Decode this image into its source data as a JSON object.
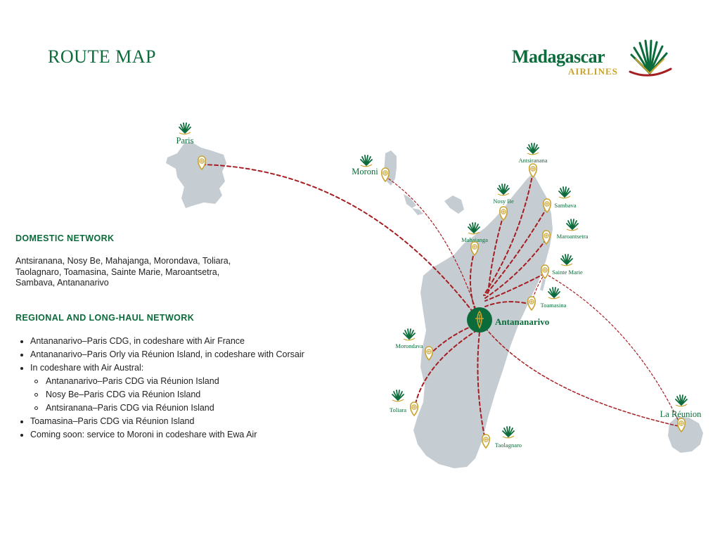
{
  "header": {
    "title": "ROUTE MAP",
    "logo_name": "Madagascar",
    "logo_sub": "AIRLINES"
  },
  "domestic": {
    "heading": "DOMESTIC NETWORK",
    "text_lines": [
      "Antsiranana, Nosy Be, Mahajanga, Morondava, Toliara,",
      "Taolagnaro, Toamasina, Sainte Marie, Maroantsetra,",
      "Sambava, Antananarivo"
    ]
  },
  "regional": {
    "heading": "REGIONAL AND LONG-HAUL NETWORK",
    "items": [
      "Antananarivo–Paris CDG, in codeshare with Air France",
      "Antananarivo–Paris Orly via Réunion Island, in codeshare with Corsair",
      "In codeshare with Air Austral:",
      "Toamasina–Paris CDG via Réunion Island",
      "Coming soon: service to Moroni in codeshare with Ewa Air"
    ],
    "sub_items": [
      "Antananarivo–Paris CDG via Réunion Island",
      "Nosy Be–Paris CDG via Réunion Island",
      "Antsiranana–Paris CDG via Réunion Island"
    ]
  },
  "map": {
    "hub": "Antananarivo",
    "destinations": {
      "paris": "Paris",
      "moroni": "Moroni",
      "reunion": "La Réunion",
      "antsiranana": "Antsiranana",
      "nosy_be": "Nosy Be",
      "sambava": "Sambava",
      "mahajanga": "Mahajanga",
      "maroantsetra": "Maroantsetra",
      "sainte_marie": "Sainte Marie",
      "toamasina": "Toamasina",
      "morondava": "Morondava",
      "toliara": "Toliara",
      "taolagnaro": "Taolagnaro"
    },
    "colors": {
      "land": "#c5cdd2",
      "route": "#a51e22",
      "brand_green": "#0b6b3a",
      "brand_gold": "#c9a22e"
    }
  }
}
